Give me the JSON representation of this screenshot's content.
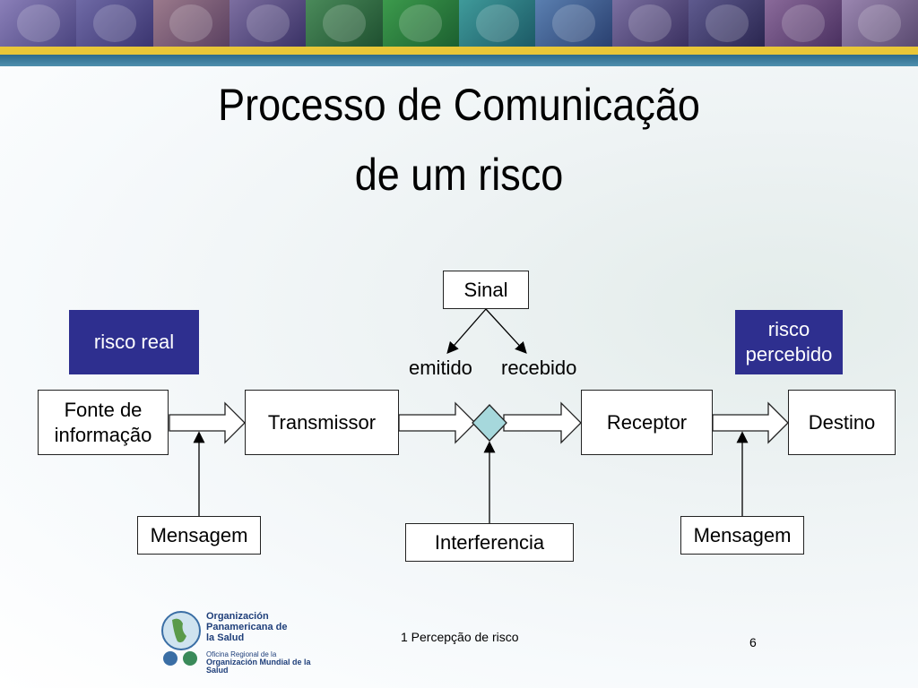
{
  "title": {
    "line1": "Processo de Comunicação",
    "line2": "de um risco"
  },
  "banner": {
    "colors": [
      "#8a7fb8",
      "#6f6aa6",
      "#9b7a8c",
      "#7c6ea0",
      "#4a8a5a",
      "#3c9a4c",
      "#3f9a9a",
      "#5a7fb0",
      "#7a6fa0",
      "#5e5a8e",
      "#8a6a9a",
      "#9a86b0"
    ]
  },
  "diagram": {
    "sinal": "Sinal",
    "risco_real": "risco real",
    "risco_percebido": "risco percebido",
    "emitido": "emitido",
    "recebido": "recebido",
    "fonte": "Fonte de informação",
    "transmissor": "Transmissor",
    "receptor": "Receptor",
    "destino": "Destino",
    "mensagem_left": "Mensagem",
    "interferencia": "Interferencia",
    "mensagem_right": "Mensagem",
    "colors": {
      "label_fill": "#2e2f8f",
      "diamond_fill": "#a6d8dc"
    }
  },
  "footer": {
    "caption": "1 Percepção de risco",
    "page_number": "6",
    "logo_org": "Organización Panamericana de la Salud",
    "logo_sub1": "Oficina Regional de la",
    "logo_sub2": "Organización Mundial de la Salud"
  }
}
